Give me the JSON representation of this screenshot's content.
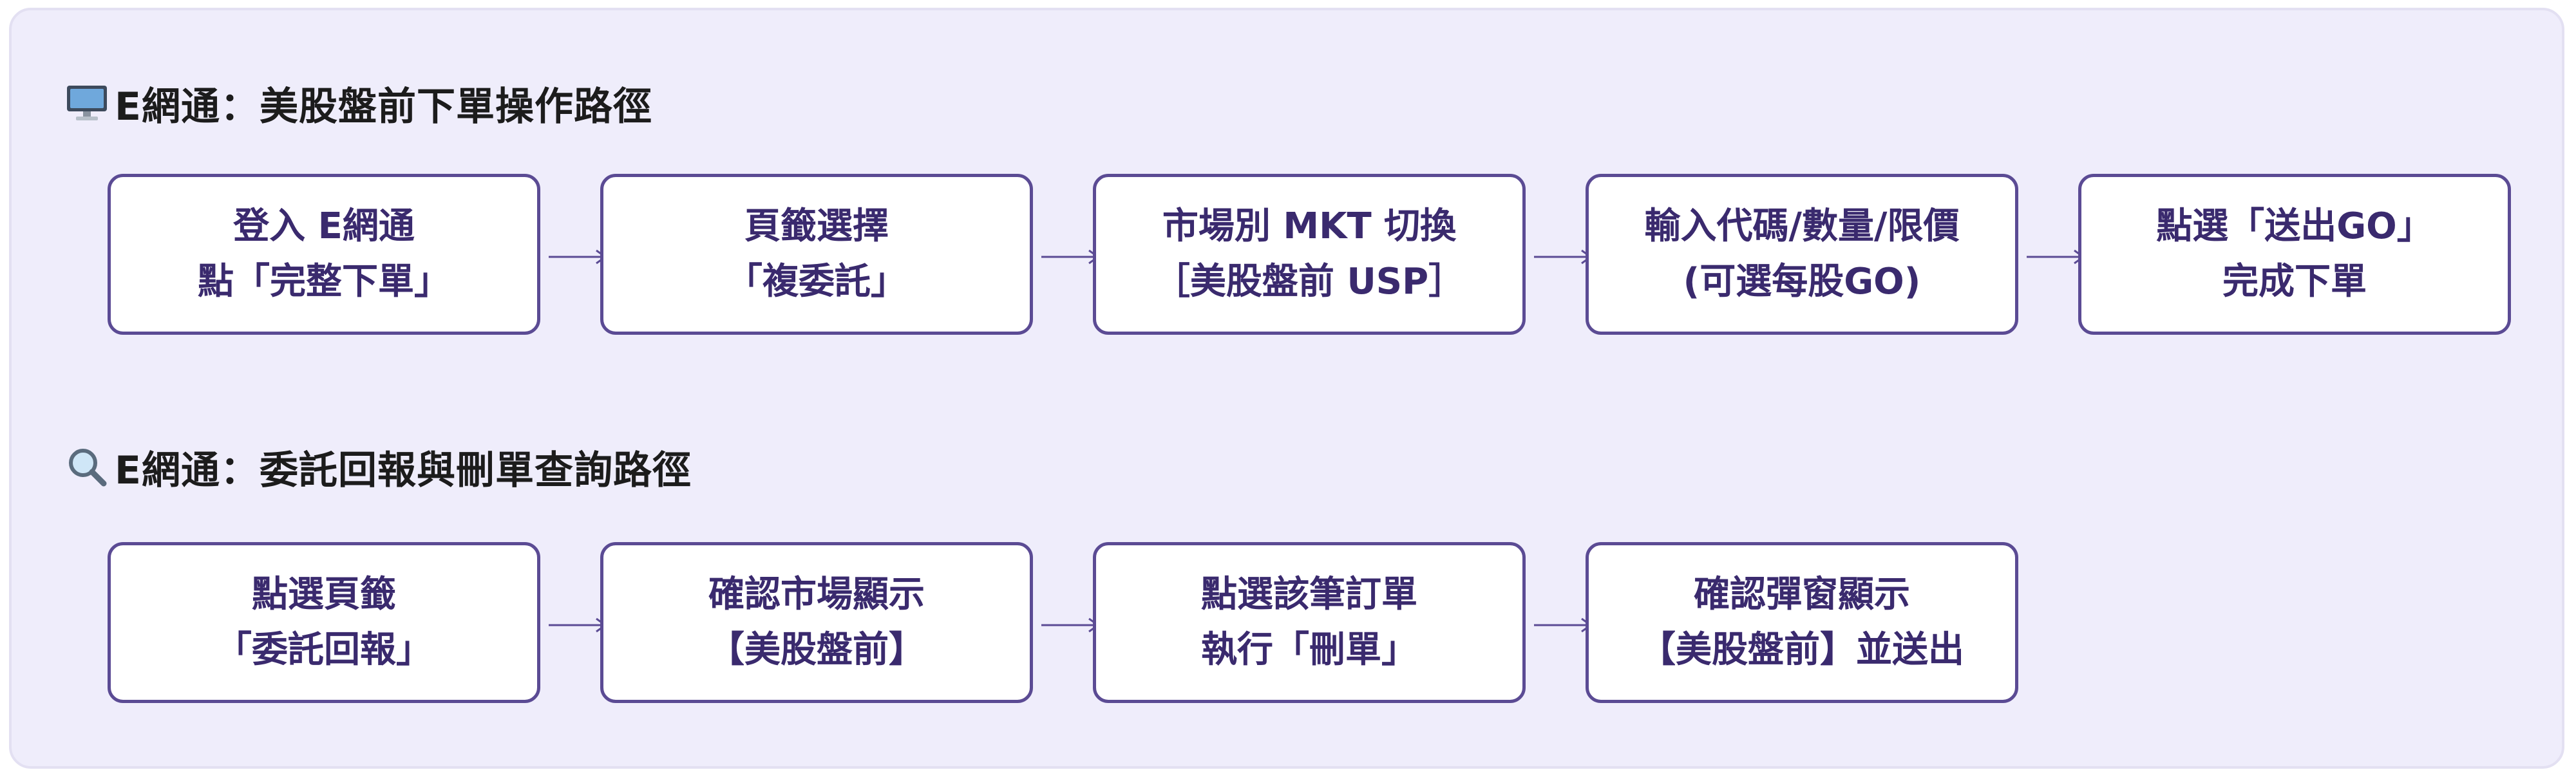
{
  "colors": {
    "panel_bg": "#efedfb",
    "box_border": "#5b4b94",
    "box_text": "#3a2a6e",
    "arrow": "#5b4b94"
  },
  "sections": [
    {
      "icon": "desktop-computer-icon",
      "title": "E網通：美股盤前下單操作路徑",
      "steps": [
        {
          "line1": "登入 E網通",
          "line2": "點「完整下單」"
        },
        {
          "line1": "頁籤選擇",
          "line2": "「複委託」"
        },
        {
          "line1": "市場別 MKT 切換",
          "line2": "［美股盤前 USP］"
        },
        {
          "line1": "輸入代碼/數量/限價",
          "line2": "(可選每股GO)"
        },
        {
          "line1": "點選「送出GO」",
          "line2": "完成下單"
        }
      ]
    },
    {
      "icon": "magnifying-glass-icon",
      "title": "E網通：委託回報與刪單查詢路徑",
      "steps": [
        {
          "line1": "點選頁籤",
          "line2": "「委託回報」"
        },
        {
          "line1": "確認市場顯示",
          "line2": "【美股盤前】"
        },
        {
          "line1": "點選該筆訂單",
          "line2": "執行「刪單」"
        },
        {
          "line1": "確認彈窗顯示",
          "line2": "【美股盤前】並送出"
        }
      ]
    }
  ]
}
